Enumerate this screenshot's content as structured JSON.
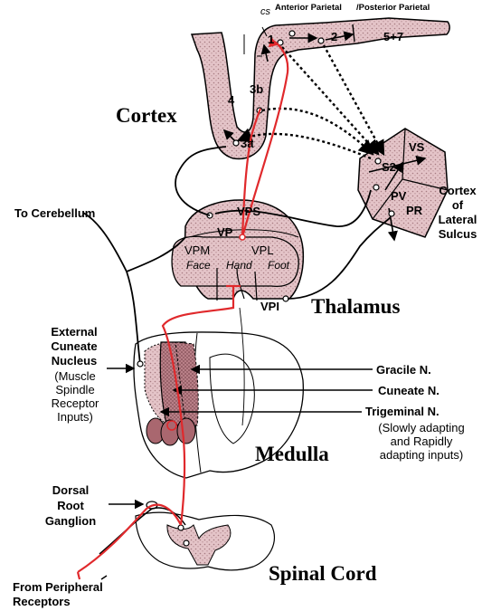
{
  "colors": {
    "tissue": "#e4c4c8",
    "tissue_dark": "#b07078",
    "pathway": "#e0292c",
    "ink": "#000000"
  },
  "cortex": {
    "title": "Cortex",
    "cs": "cs",
    "anterior_parietal": "Anterior Parietal",
    "posterior_parietal": "/Posterior Parietal",
    "area_1": "1",
    "area_2": "2",
    "area_5_7": "5+7",
    "area_4": "4",
    "area_3b": "3b",
    "area_3a": "3a"
  },
  "lateral_sulcus": {
    "title_line1": "Cortex",
    "title_line2": "of",
    "title_line3": "Lateral",
    "title_line4": "Sulcus",
    "s2": "S2",
    "vs": "VS",
    "pv": "PV",
    "pr": "PR"
  },
  "thalamus": {
    "title": "Thalamus",
    "vps": "VPS",
    "vp": "VP",
    "vpm": "VPM",
    "vpl": "VPL",
    "face": "Face",
    "hand": "Hand",
    "foot": "Foot",
    "vpi": "VPI"
  },
  "medulla": {
    "title": "Medulla",
    "to_cerebellum": "To Cerebellum",
    "ext_cuneate_line1": "External",
    "ext_cuneate_line2": "Cuneate",
    "ext_cuneate_line3": "Nucleus",
    "ext_cuneate_sub1": "(Muscle",
    "ext_cuneate_sub2": "Spindle",
    "ext_cuneate_sub3": "Receptor",
    "ext_cuneate_sub4": "Inputs)",
    "gracile": "Gracile N.",
    "cuneate": "Cuneate N.",
    "trigeminal": "Trigeminal N.",
    "trigeminal_sub1": "(Slowly adapting",
    "trigeminal_sub2": "and Rapidly",
    "trigeminal_sub3": "adapting inputs)"
  },
  "spinal": {
    "title": "Spinal Cord",
    "drg_line1": "Dorsal",
    "drg_line2": "Root",
    "drg_line3": "Ganglion",
    "from_line1": "From Peripheral",
    "from_line2": "Receptors"
  }
}
